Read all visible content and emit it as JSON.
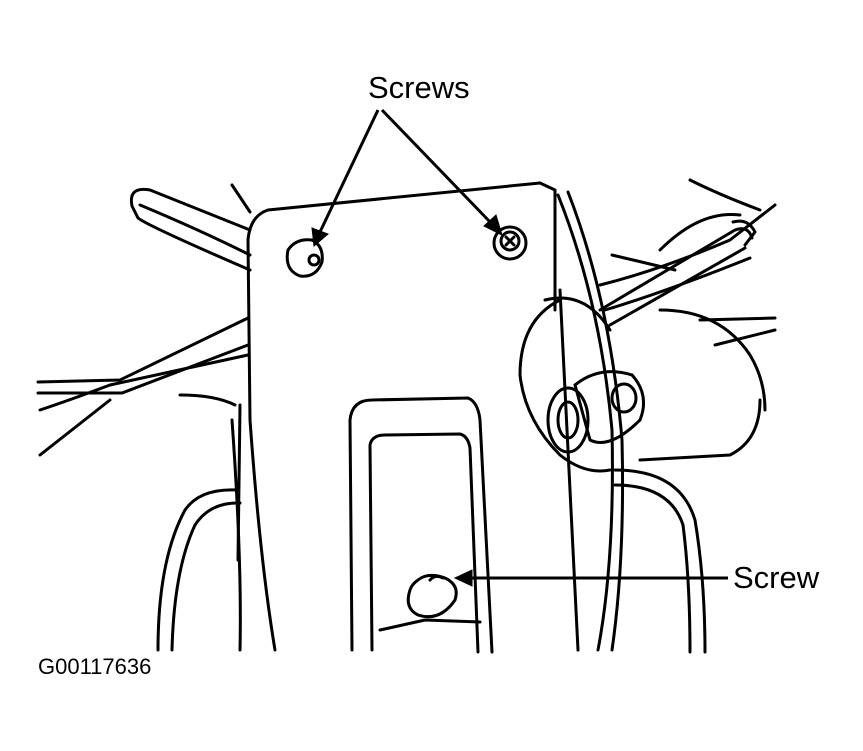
{
  "labels": {
    "screws_plural": "Screws",
    "screw_single": "Screw",
    "figure_id": "G00117636"
  },
  "callouts": [
    {
      "label_ref": "screws_plural",
      "targets": [
        "left-upper-screw",
        "right-upper-screw"
      ]
    },
    {
      "label_ref": "screw_single",
      "targets": [
        "lower-screw"
      ]
    }
  ],
  "colors": {
    "line": "#000000",
    "background": "#ffffff"
  }
}
